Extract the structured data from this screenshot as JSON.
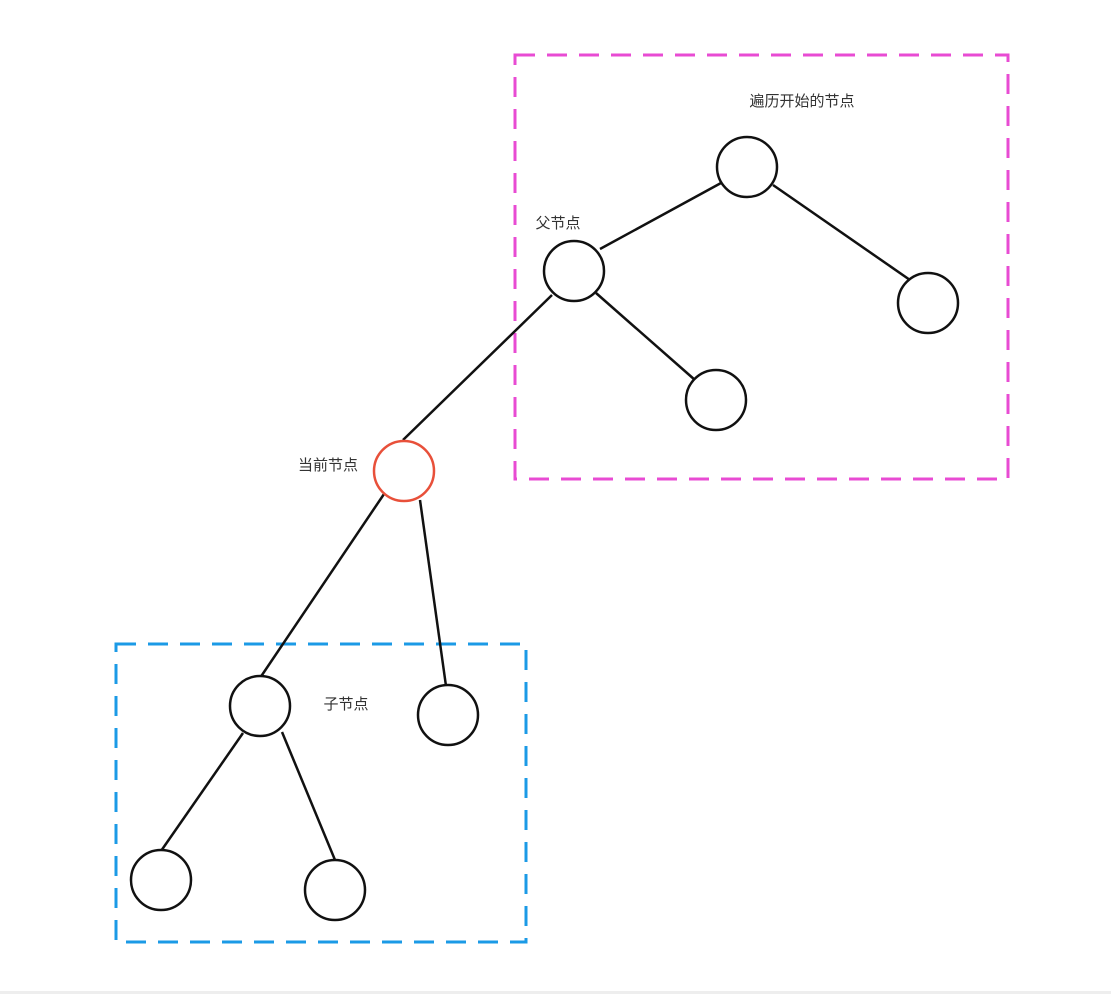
{
  "labels": {
    "traversal_start": "遍历开始的节点",
    "parent": "父节点",
    "current": "当前节点",
    "child": "子节点"
  },
  "colors": {
    "parent_group_border": "#e84bd3",
    "child_group_border": "#1b9ae6",
    "current_node_stroke": "#e8503a",
    "node_stroke": "#111111",
    "edge": "#111111",
    "label_text": "#333333"
  }
}
